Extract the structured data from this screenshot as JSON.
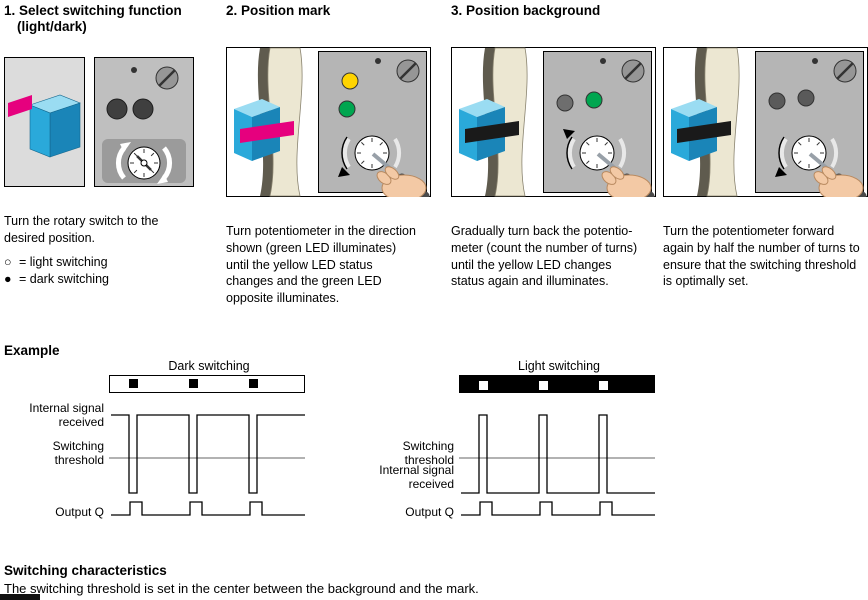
{
  "page": {
    "background": "#ffffff"
  },
  "colors": {
    "magenta_mark": "#e6007e",
    "black_mark": "#1a1a1a",
    "cube_blue": "#2aa9da",
    "panel_gray": "#b5b5b5",
    "led_yellow": "#ffd400",
    "led_green": "#00a650",
    "led_off": "#5a5a5a",
    "strip_beige": "#ece7d2"
  },
  "steps": [
    {
      "heading": "1. Select switching function",
      "heading_line2": "(light/dark)",
      "caption": "Turn the rotary switch to the desired position.",
      "legend": [
        {
          "symbol": "○",
          "text": "= light switching"
        },
        {
          "symbol": "●",
          "text": "= dark switching"
        }
      ],
      "mark_color": "#e6007e"
    },
    {
      "heading": "2. Position mark",
      "caption": "Turn potentiometer in the direction shown (green LED illuminates) until the yellow LED status changes and the green LED opposite illuminates.",
      "mark_color": "#e6007e",
      "leds": [
        {
          "name": "yellow-led",
          "color": "#ffd400"
        },
        {
          "name": "green-led",
          "color": "#00a650"
        }
      ]
    },
    {
      "heading": "3. Position background",
      "caption": "Gradually turn back the potentio-meter (count the number of turns) until the yellow LED changes status again and illuminates.",
      "mark_color": "#1a1a1a",
      "leds": [
        {
          "name": "led-off",
          "color": "#6e6e6e"
        },
        {
          "name": "green-led",
          "color": "#00a650"
        }
      ]
    },
    {
      "heading": "",
      "caption": "Turn the potentiometer forward again by half the number of turns to ensure that the switching threshold is optimally set.",
      "mark_color": "#1a1a1a",
      "leds": [
        {
          "name": "led-off",
          "color": "#5a5a5a"
        },
        {
          "name": "led-off",
          "color": "#5a5a5a"
        }
      ]
    }
  ],
  "example": {
    "heading": "Example",
    "dark": {
      "title": "Dark switching",
      "labels": {
        "signal": "Internal signal received",
        "threshold": "Switching threshold",
        "output": "Output Q"
      }
    },
    "light": {
      "title": "Light switching",
      "labels": {
        "threshold": "Switching threshold",
        "signal": "Internal signal received",
        "output": "Output Q"
      }
    }
  },
  "chart_data": [
    {
      "type": "line",
      "title": "Dark switching",
      "description": "White strip with three dark marks. Internal signal is high on the bright background and falls below the switching threshold at each dark mark. Output Q pulses high at each mark.",
      "x_unit": "percent_of_timeline",
      "marks_x": [
        10,
        41,
        72
      ],
      "series": [
        {
          "name": "Internal signal received",
          "x": [
            0,
            10,
            10,
            14,
            14,
            41,
            41,
            45,
            45,
            72,
            72,
            76,
            76,
            100
          ],
          "y": [
            1,
            1,
            0,
            0,
            1,
            1,
            0,
            0,
            1,
            1,
            0,
            0,
            1,
            1
          ]
        },
        {
          "name": "Switching threshold",
          "x": [
            0,
            100
          ],
          "y": [
            0.5,
            0.5
          ]
        },
        {
          "name": "Output Q",
          "x": [
            0,
            10,
            10,
            16,
            16,
            41,
            41,
            47,
            47,
            72,
            72,
            78,
            78,
            100
          ],
          "y": [
            0,
            0,
            1,
            1,
            0,
            0,
            1,
            1,
            0,
            0,
            1,
            1,
            0,
            0
          ]
        }
      ]
    },
    {
      "type": "line",
      "title": "Light switching",
      "description": "Black strip with three bright marks. Internal signal is low on the dark background and rises above the switching threshold at each bright mark. Output Q pulses high at each mark.",
      "x_unit": "percent_of_timeline",
      "marks_x": [
        10,
        41,
        72
      ],
      "series": [
        {
          "name": "Internal signal received",
          "x": [
            0,
            10,
            10,
            14,
            14,
            41,
            41,
            45,
            45,
            72,
            72,
            76,
            76,
            100
          ],
          "y": [
            0,
            0,
            1,
            1,
            0,
            0,
            1,
            1,
            0,
            0,
            1,
            1,
            0,
            0
          ]
        },
        {
          "name": "Switching threshold",
          "x": [
            0,
            100
          ],
          "y": [
            0.5,
            0.5
          ]
        },
        {
          "name": "Output Q",
          "x": [
            0,
            10,
            10,
            16,
            16,
            41,
            41,
            47,
            47,
            72,
            72,
            78,
            78,
            100
          ],
          "y": [
            0,
            0,
            1,
            1,
            0,
            0,
            1,
            1,
            0,
            0,
            1,
            1,
            0,
            0
          ]
        }
      ]
    }
  ],
  "footer": {
    "heading": "Switching characteristics",
    "text": "The switching threshold is set in the center between the background and the mark."
  }
}
